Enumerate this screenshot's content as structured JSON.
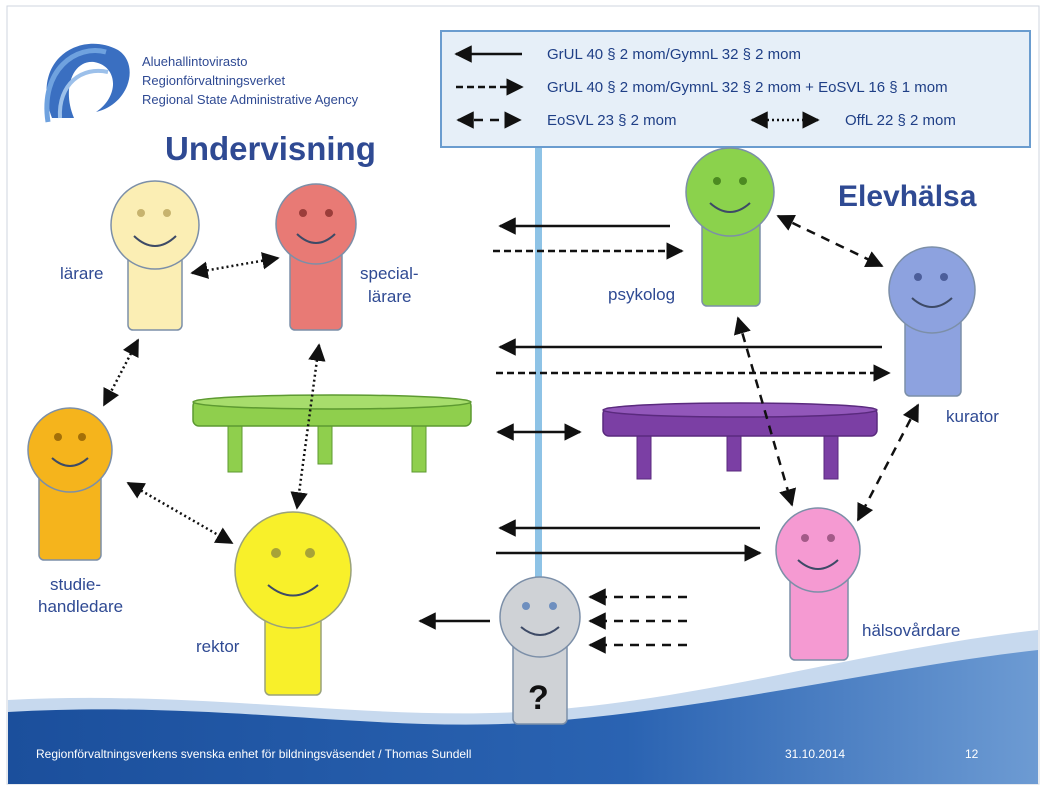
{
  "agency": {
    "line1": "Aluehallintovirasto",
    "line2": "Regionförvaltningsverket",
    "line3": "Regional State Administrative Agency"
  },
  "headings": {
    "teaching": "Undervisning",
    "student_health": "Elevhälsa"
  },
  "legend": {
    "row1": "GrUL 40 § 2 mom/GymnL 32 § 2 mom",
    "row2": "GrUL 40 § 2 mom/GymnL 32 § 2 mom + EoSVL 16 § 1 mom",
    "row3a": "EoSVL 23 § 2 mom",
    "row3b": "OffL 22 § 2 mom"
  },
  "persons": {
    "teacher": "lärare",
    "special_line1": "special-",
    "special_line2": "lärare",
    "guidance_line1": "studie-",
    "guidance_line2": "handledare",
    "principal": "rektor",
    "psychologist": "psykolog",
    "curator": "kurator",
    "nurse": "hälsovårdare",
    "unknown_mark": "?"
  },
  "footer": {
    "text": "Regionförvaltningsverkens svenska enhet för bildningsväsendet / Thomas Sundell",
    "date": "31.10.2014",
    "page": "12"
  },
  "colors": {
    "teacher": "#fbeeb4",
    "special": "#e87a75",
    "guidance": "#f5b41c",
    "principal": "#f8f02a",
    "psychologist": "#8bd24c",
    "curator": "#8da2df",
    "nurse": "#f59ad2",
    "unknown": "#cfd2d6",
    "table_green": "#8fcf4d",
    "table_purple": "#7b3fa4",
    "title_blue": "#2f4a93",
    "band_blue": "#1f56a3"
  }
}
